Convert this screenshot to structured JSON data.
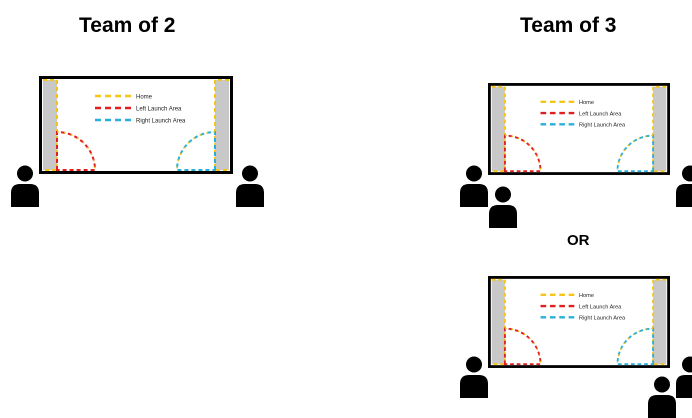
{
  "titles": {
    "team_of_2": "Team of 2",
    "team_of_3": "Team of 3",
    "or": "OR"
  },
  "legend": {
    "home": "Home",
    "left_launch": "Left Launch Area",
    "right_launch": "Right Launch Area"
  },
  "colors": {
    "home": "#f5c518",
    "left_launch": "#e02020",
    "right_launch": "#2ab0d8",
    "side_area": "#c8c8c8",
    "field_border": "#000000",
    "person": "#000000"
  }
}
